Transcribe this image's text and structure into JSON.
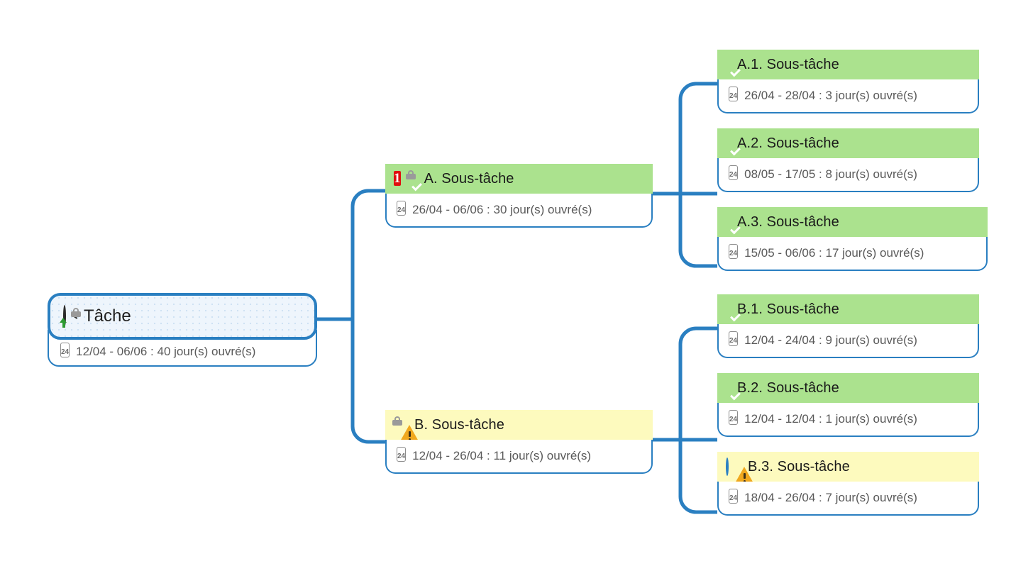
{
  "theme": {
    "connector_color": "#2a7fc1",
    "node_green": "#abe28e",
    "node_yellow": "#fdfabe",
    "root_fill": "#eef5fc",
    "date_text_color": "#595959",
    "priority_badge_color": "#e00d0d",
    "status_done_color": "#17a81a",
    "warning_color": "#f0a81e",
    "calendar_header_color": "#eda248",
    "pie_color": "#2f86e0",
    "lock_color": "#9a9a9a"
  },
  "calendar_icon_label": "24",
  "root": {
    "title": "Tâche",
    "dates": "12/04 - 06/06 : 40 jour(s) ouvré(s)",
    "icons": [
      "clock-arrow-up-icon",
      "pie-progress-locked-icon",
      "calendar-icon"
    ]
  },
  "branches": [
    {
      "id": "A",
      "title": "A. Sous-tâche",
      "dates": "26/04 - 06/06 : 30 jour(s) ouvré(s)",
      "color": "green",
      "priority": "1",
      "icons": [
        "priority-badge-1",
        "status-done-locked-icon",
        "calendar-icon"
      ],
      "children": [
        {
          "id": "A.1",
          "title": "A.1. Sous-tâche",
          "dates": "26/04 - 28/04 : 3 jour(s) ouvré(s)",
          "color": "green",
          "icons": [
            "status-done-icon",
            "calendar-icon"
          ]
        },
        {
          "id": "A.2",
          "title": "A.2. Sous-tâche",
          "dates": "08/05 - 17/05 : 8 jour(s) ouvré(s)",
          "color": "green",
          "icons": [
            "status-done-icon",
            "calendar-icon"
          ]
        },
        {
          "id": "A.3",
          "title": "A.3. Sous-tâche",
          "dates": "15/05 - 06/06 : 17 jour(s) ouvré(s)",
          "color": "green",
          "icons": [
            "status-done-icon",
            "calendar-icon"
          ]
        }
      ]
    },
    {
      "id": "B",
      "title": "B. Sous-tâche",
      "dates": "12/04 - 26/04 : 11 jour(s) ouvré(s)",
      "color": "yellow",
      "icons": [
        "pie-progress-locked-icon",
        "warning-icon",
        "calendar-icon"
      ],
      "children": [
        {
          "id": "B.1",
          "title": "B.1. Sous-tâche",
          "dates": "12/04 - 24/04 : 9 jour(s) ouvré(s)",
          "color": "green",
          "icons": [
            "status-done-icon",
            "calendar-icon"
          ]
        },
        {
          "id": "B.2",
          "title": "B.2. Sous-tâche",
          "dates": "12/04 - 12/04 : 1 jour(s) ouvré(s)",
          "color": "green",
          "icons": [
            "status-done-icon",
            "calendar-icon"
          ]
        },
        {
          "id": "B.3",
          "title": "B.3. Sous-tâche",
          "dates": "18/04 - 26/04 : 7 jour(s) ouvré(s)",
          "color": "yellow",
          "icons": [
            "status-open-icon",
            "warning-icon",
            "calendar-icon"
          ]
        }
      ]
    }
  ]
}
